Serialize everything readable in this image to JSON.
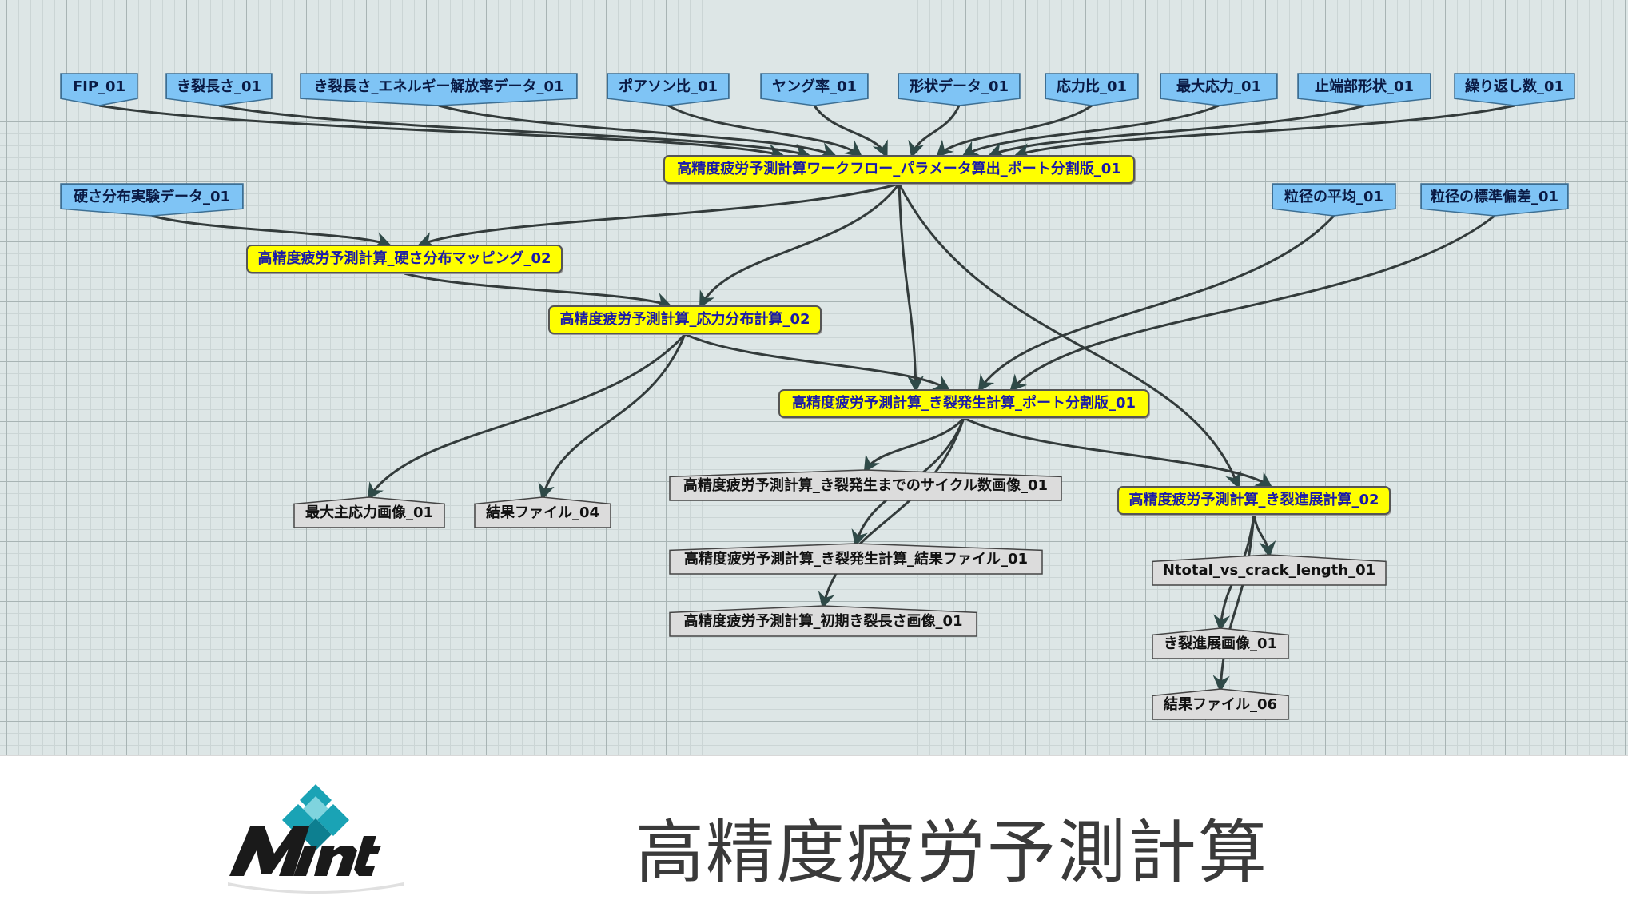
{
  "diagram": {
    "nodes": [
      {
        "id": "fip",
        "type": "input",
        "label": "FIP_01"
      },
      {
        "id": "crack_len",
        "type": "input",
        "label": "き裂長さ_01"
      },
      {
        "id": "crack_energy",
        "type": "input",
        "label": "き裂長さ_エネルギー解放率データ_01"
      },
      {
        "id": "poisson",
        "type": "input",
        "label": "ポアソン比_01"
      },
      {
        "id": "young",
        "type": "input",
        "label": "ヤング率_01"
      },
      {
        "id": "shape",
        "type": "input",
        "label": "形状データ_01"
      },
      {
        "id": "stress_ratio",
        "type": "input",
        "label": "応力比_01"
      },
      {
        "id": "max_stress",
        "type": "input",
        "label": "最大応力_01"
      },
      {
        "id": "stop_shape",
        "type": "input",
        "label": "止端部形状_01"
      },
      {
        "id": "cycles",
        "type": "input",
        "label": "繰り返し数_01"
      },
      {
        "id": "hardness",
        "type": "input",
        "label": "硬さ分布実験データ_01"
      },
      {
        "id": "grain_mean",
        "type": "input",
        "label": "粒径の平均_01"
      },
      {
        "id": "grain_std",
        "type": "input",
        "label": "粒径の標準偏差_01"
      },
      {
        "id": "wf",
        "type": "process",
        "label": "高精度疲労予測計算ワークフロー_パラメータ算出_ポート分割版_01"
      },
      {
        "id": "hard_map",
        "type": "process",
        "label": "高精度疲労予測計算_硬さ分布マッピング_02"
      },
      {
        "id": "stress_calc",
        "type": "process",
        "label": "高精度疲労予測計算_応力分布計算_02"
      },
      {
        "id": "init_calc",
        "type": "process",
        "label": "高精度疲労予測計算_き裂発生計算_ポート分割版_01"
      },
      {
        "id": "prop_calc",
        "type": "process",
        "label": "高精度疲労予測計算_き裂進展計算_02"
      },
      {
        "id": "out_maxstress",
        "type": "output",
        "label": "最大主応力画像_01"
      },
      {
        "id": "out_result04",
        "type": "output",
        "label": "結果ファイル_04"
      },
      {
        "id": "out_cycle_img",
        "type": "output",
        "label": "高精度疲労予測計算_き裂発生までのサイクル数画像_01"
      },
      {
        "id": "out_init_result",
        "type": "output",
        "label": "高精度疲労予測計算_き裂発生計算_結果ファイル_01"
      },
      {
        "id": "out_init_len",
        "type": "output",
        "label": "高精度疲労予測計算_初期き裂長さ画像_01"
      },
      {
        "id": "out_ntotal",
        "type": "output",
        "label": "Ntotal_vs_crack_length_01"
      },
      {
        "id": "out_prop_img",
        "type": "output",
        "label": "き裂進展画像_01"
      },
      {
        "id": "out_result06",
        "type": "output",
        "label": "結果ファイル_06"
      }
    ],
    "edges": [
      [
        "fip",
        "wf"
      ],
      [
        "crack_len",
        "wf"
      ],
      [
        "crack_energy",
        "wf"
      ],
      [
        "poisson",
        "wf"
      ],
      [
        "young",
        "wf"
      ],
      [
        "shape",
        "wf"
      ],
      [
        "stress_ratio",
        "wf"
      ],
      [
        "max_stress",
        "wf"
      ],
      [
        "stop_shape",
        "wf"
      ],
      [
        "cycles",
        "wf"
      ],
      [
        "hardness",
        "hard_map"
      ],
      [
        "wf",
        "hard_map"
      ],
      [
        "hard_map",
        "stress_calc"
      ],
      [
        "wf",
        "stress_calc"
      ],
      [
        "wf",
        "init_calc"
      ],
      [
        "stress_calc",
        "init_calc"
      ],
      [
        "grain_mean",
        "init_calc"
      ],
      [
        "grain_std",
        "init_calc"
      ],
      [
        "wf",
        "prop_calc"
      ],
      [
        "init_calc",
        "prop_calc"
      ],
      [
        "stress_calc",
        "out_maxstress"
      ],
      [
        "stress_calc",
        "out_result04"
      ],
      [
        "init_calc",
        "out_cycle_img"
      ],
      [
        "init_calc",
        "out_init_result"
      ],
      [
        "init_calc",
        "out_init_len"
      ],
      [
        "prop_calc",
        "out_ntotal"
      ],
      [
        "prop_calc",
        "out_prop_img"
      ],
      [
        "prop_calc",
        "out_result06"
      ]
    ]
  },
  "footer": {
    "title": "高精度疲労予測計算",
    "logo_text": "Mint"
  },
  "colors": {
    "input_fill": "#7fc4f5",
    "process_fill": "#ffff00",
    "process_text": "#1a1aa8",
    "output_fill": "#dcdcdc",
    "edge": "#333b3b",
    "arrow_head": "#2f4a48"
  }
}
